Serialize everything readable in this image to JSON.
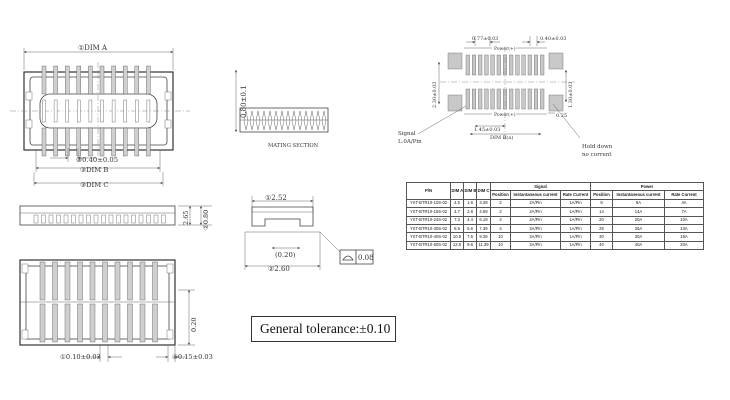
{
  "labels": {
    "dim_a": "①DIM A",
    "dim_b": "③DIM B",
    "dim_c": "③DIM C",
    "pitch": "③0.40±0.05",
    "height": "0.80±0.1",
    "mating_section": "MATING SECTION",
    "h_2_65": "2.65",
    "h_2_80": "②0.80",
    "h_0_20": "0.20",
    "b_0_10": "①0.10±0.03",
    "b_0_15": "④0.15±0.03",
    "w_2_52": "①2.52",
    "w_0_20": "(0.20)",
    "w_2_60": "②2.60",
    "flatness": "0.08",
    "fp_0_77": "0.77±0.03",
    "fp_0_40": "0.40±0.03",
    "fp_2_30": "2.30±0.03",
    "fp_1_30": "1.30±0.03",
    "fp_0_25": "0.25",
    "fp_1_45": "1.45±0.03",
    "fp_dim_b": "DIM B(a)",
    "power_top": "Power(+)",
    "power_bottom": "Power(+)",
    "signal_line1": "Signal",
    "signal_line2": "L.0A/Pin",
    "hold_down_line1": "Hold down",
    "hold_down_line2": "no current",
    "tolerance": "General tolerance:±0.10"
  },
  "table": {
    "header1": {
      "pn": "P/N",
      "dim_a": "DIM A",
      "dim_b": "DIM B",
      "dim_c": "DIM C",
      "signal": "Signal",
      "power": "Power"
    },
    "header2": {
      "sig_position": "Position",
      "sig_instant": "Instantaneous current",
      "sig_rate": "Rate Current",
      "pow_position": "Position",
      "pow_instant": "Instantaneous current",
      "pow_rate": "Rate Current"
    },
    "rows": [
      {
        "pn": "YXT-BTR10-10S-02",
        "a": "4.5",
        "b": "1.6",
        "c": "3.39",
        "sp": "2",
        "si": "2A/Pin",
        "sr": "1A/Pin",
        "pp": "8",
        "pi": "8A",
        "pr": "4A"
      },
      {
        "pn": "YXT-BTR10-16S-02",
        "a": "4.7",
        "b": "2.8",
        "c": "4.59",
        "sp": "2",
        "si": "2A/Pin",
        "sr": "1A/Pin",
        "pp": "14",
        "pi": "14A",
        "pr": "7A"
      },
      {
        "pn": "YXT-BTR10-24S-02",
        "a": "7.3",
        "b": "4.4",
        "c": "6.19",
        "sp": "4",
        "si": "2A/Pin",
        "sr": "1A/Pin",
        "pp": "20",
        "pi": "20A",
        "pr": "10A"
      },
      {
        "pn": "YXT-BTR10-30S-02",
        "a": "8.5",
        "b": "5.6",
        "c": "7.39",
        "sp": "4",
        "si": "2A/Pin",
        "sr": "1A/Pin",
        "pp": "26",
        "pi": "26A",
        "pr": "13A"
      },
      {
        "pn": "YXT-BTR10-40S-02",
        "a": "10.5",
        "b": "7.6",
        "c": "9.39",
        "sp": "10",
        "si": "2A/Pin",
        "sr": "1A/Pin",
        "pp": "30",
        "pi": "30A",
        "pr": "15A"
      },
      {
        "pn": "YXT-BTR10-50S-02",
        "a": "12.5",
        "b": "9.6",
        "c": "11.39",
        "sp": "10",
        "si": "2A/Pin",
        "sr": "1A/Pin",
        "pp": "40",
        "pi": "40A",
        "pr": "20A"
      }
    ]
  }
}
